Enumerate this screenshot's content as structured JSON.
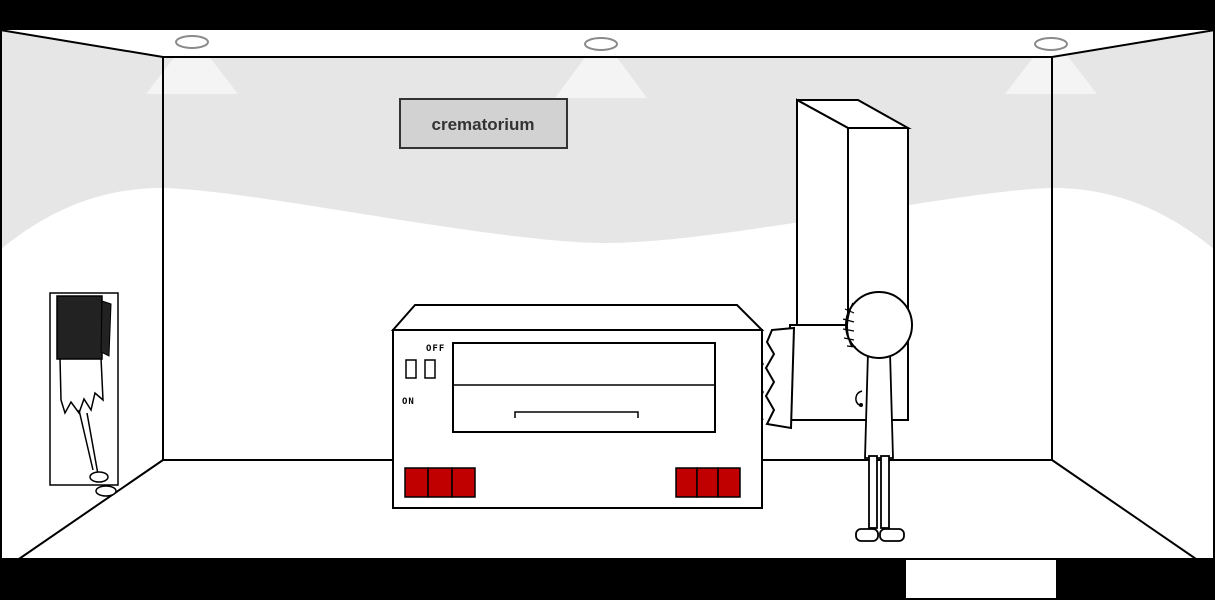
{
  "scene": {
    "name": "crematorium-room"
  },
  "sign": {
    "label": "crematorium",
    "fill": "#d2d2d2",
    "border_color": "#333333",
    "text_color": "#333333"
  },
  "machine": {
    "off_label": "OFF",
    "on_label": "ON",
    "button_color": "#c00000",
    "left_button_count": 3,
    "right_button_count": 3
  },
  "lights": {
    "count": 3
  },
  "palette": {
    "wall_shade": "#e6e6e6",
    "cone_light": "#f4f4f4",
    "outline": "#000000",
    "ceiling_band": "#000000",
    "dark_box": "#222222"
  }
}
